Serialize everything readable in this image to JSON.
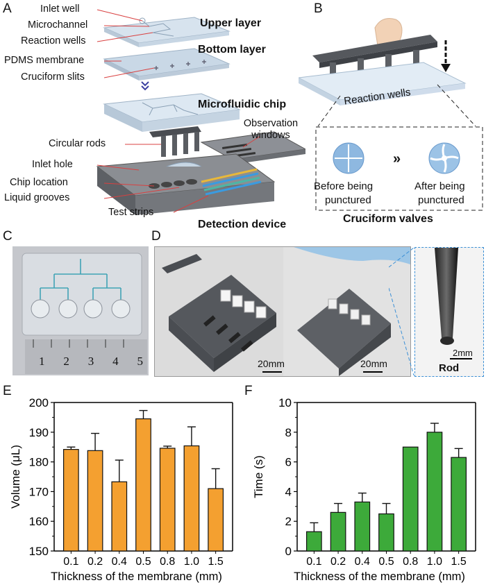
{
  "panels": {
    "A": {
      "label": "A",
      "labels": {
        "inlet_well": "Inlet well",
        "microchannel": "Microchannel",
        "reaction_wells": "Reaction wells",
        "pdms_membrane": "PDMS membrane",
        "cruciform_slits": "Cruciform slits",
        "upper_layer": "Upper layer",
        "bottom_layer": "Bottom layer",
        "microfluidic_chip": "Microfluidic chip",
        "circular_rods": "Circular rods",
        "observation_windows": "Observation\nwindows",
        "inlet_hole": "Inlet hole",
        "chip_location": "Chip location",
        "liquid_grooves": "Liquid grooves",
        "test_strips": "Test strips",
        "detection_device": "Detection device"
      }
    },
    "B": {
      "label": "B",
      "reaction_wells": "Reaction wells",
      "before_line1": "Before being",
      "before_line2": "punctured",
      "after_line1": "After being",
      "after_line2": "punctured",
      "arrow_symbol": "»",
      "caption": "Cruciform valves"
    },
    "C": {
      "label": "C",
      "ruler_numbers": [
        "1",
        "2",
        "3",
        "4",
        "5"
      ]
    },
    "D": {
      "label": "D",
      "scale1": "20mm",
      "scale2": "20mm",
      "scale3": "2mm",
      "rod_label": "Rod"
    },
    "E": {
      "label": "E"
    },
    "F": {
      "label": "F"
    }
  },
  "colors": {
    "orange_bar": "#F4A030",
    "green_bar": "#3DAA3A",
    "blue_dash": "#3A8FD6",
    "dark_gray": "#4a4d52"
  },
  "chart_data": [
    {
      "type": "bar",
      "categories": [
        "0.1",
        "0.2",
        "0.4",
        "0.5",
        "0.8",
        "1.0",
        "1.5"
      ],
      "values": [
        184.2,
        183.8,
        173.3,
        194.5,
        184.6,
        185.4,
        171.0
      ],
      "errors": [
        0.8,
        5.8,
        7.3,
        2.8,
        0.7,
        6.4,
        6.7
      ],
      "xlabel": "Thickness of the membrane (mm)",
      "ylabel": "Volume (μL)",
      "ylim": [
        150,
        200
      ],
      "yticks": [
        150,
        160,
        170,
        180,
        190,
        200
      ],
      "color": "#F4A030"
    },
    {
      "type": "bar",
      "categories": [
        "0.1",
        "0.2",
        "0.4",
        "0.5",
        "0.8",
        "1.0",
        "1.5"
      ],
      "values": [
        1.3,
        2.6,
        3.3,
        2.5,
        7.0,
        8.0,
        6.3
      ],
      "errors": [
        0.6,
        0.6,
        0.6,
        0.7,
        0.0,
        0.6,
        0.6
      ],
      "xlabel": "Thickness of the membrane (mm)",
      "ylabel": "Time (s)",
      "ylim": [
        0,
        10
      ],
      "yticks": [
        0,
        2,
        4,
        6,
        8,
        10
      ],
      "color": "#3DAA3A"
    }
  ]
}
